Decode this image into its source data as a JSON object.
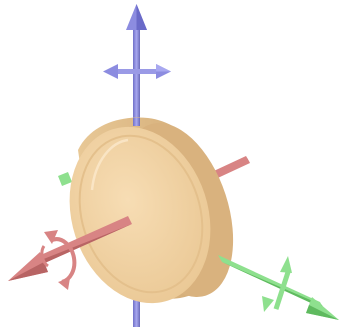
{
  "scene": {
    "object": "disc",
    "axes": [
      {
        "id": "vertical",
        "color": "#8c8ce0",
        "shade": "#6a6ac8"
      },
      {
        "id": "roll",
        "color": "#d88484",
        "shade": "#b86464"
      },
      {
        "id": "depth",
        "color": "#8ee08e",
        "shade": "#5fba5f"
      }
    ],
    "disc": {
      "face": "#f2d3a6",
      "edge": "#e2bd8a",
      "rim": "#d8b07c",
      "highlight": "#f8e2c0"
    }
  }
}
